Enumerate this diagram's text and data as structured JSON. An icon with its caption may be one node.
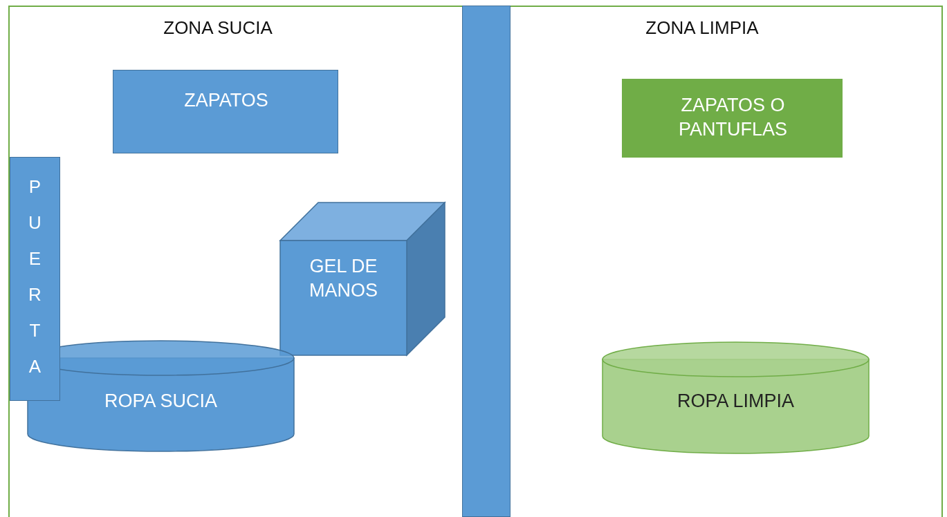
{
  "diagram": {
    "nodes": [
      {
        "text": [
          "ZAPATOS"
        ]
      },
      {
        "text": [],
        "shape": "bar"
      },
      {
        "text": [
          "ZAPATOS O PANTUFLAS"
        ]
      },
      {
        "text": [
          "PUERTA"
        ]
      },
      {
        "text": [
          "GEL DE MANOS"
        ]
      },
      {
        "text": [
          "ROPA SUCIA"
        ]
      },
      {
        "text": [
          "ROPA LIMPIA"
        ]
      }
    ],
    "labels": [
      "ZONA SUCIA",
      "ZONA LIMPIA"
    ]
  }
}
